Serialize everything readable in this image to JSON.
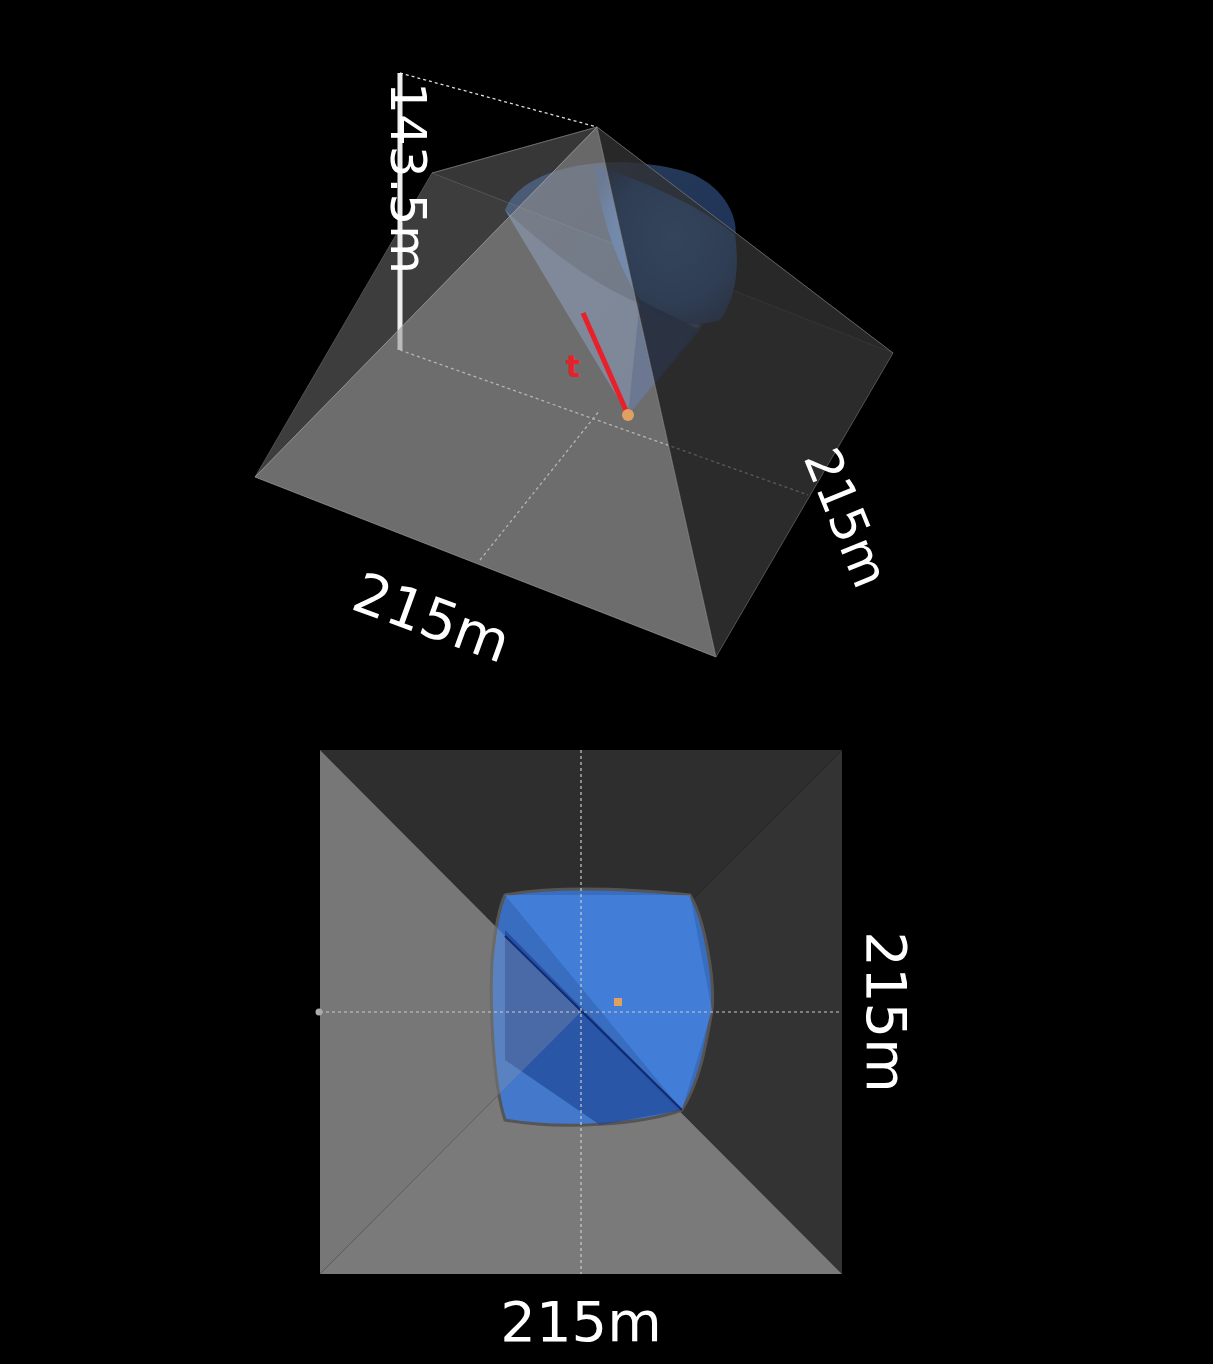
{
  "diagram": {
    "labels": [
      "143.5m",
      "t",
      "215m",
      "215m",
      "215m",
      "215m"
    ]
  }
}
